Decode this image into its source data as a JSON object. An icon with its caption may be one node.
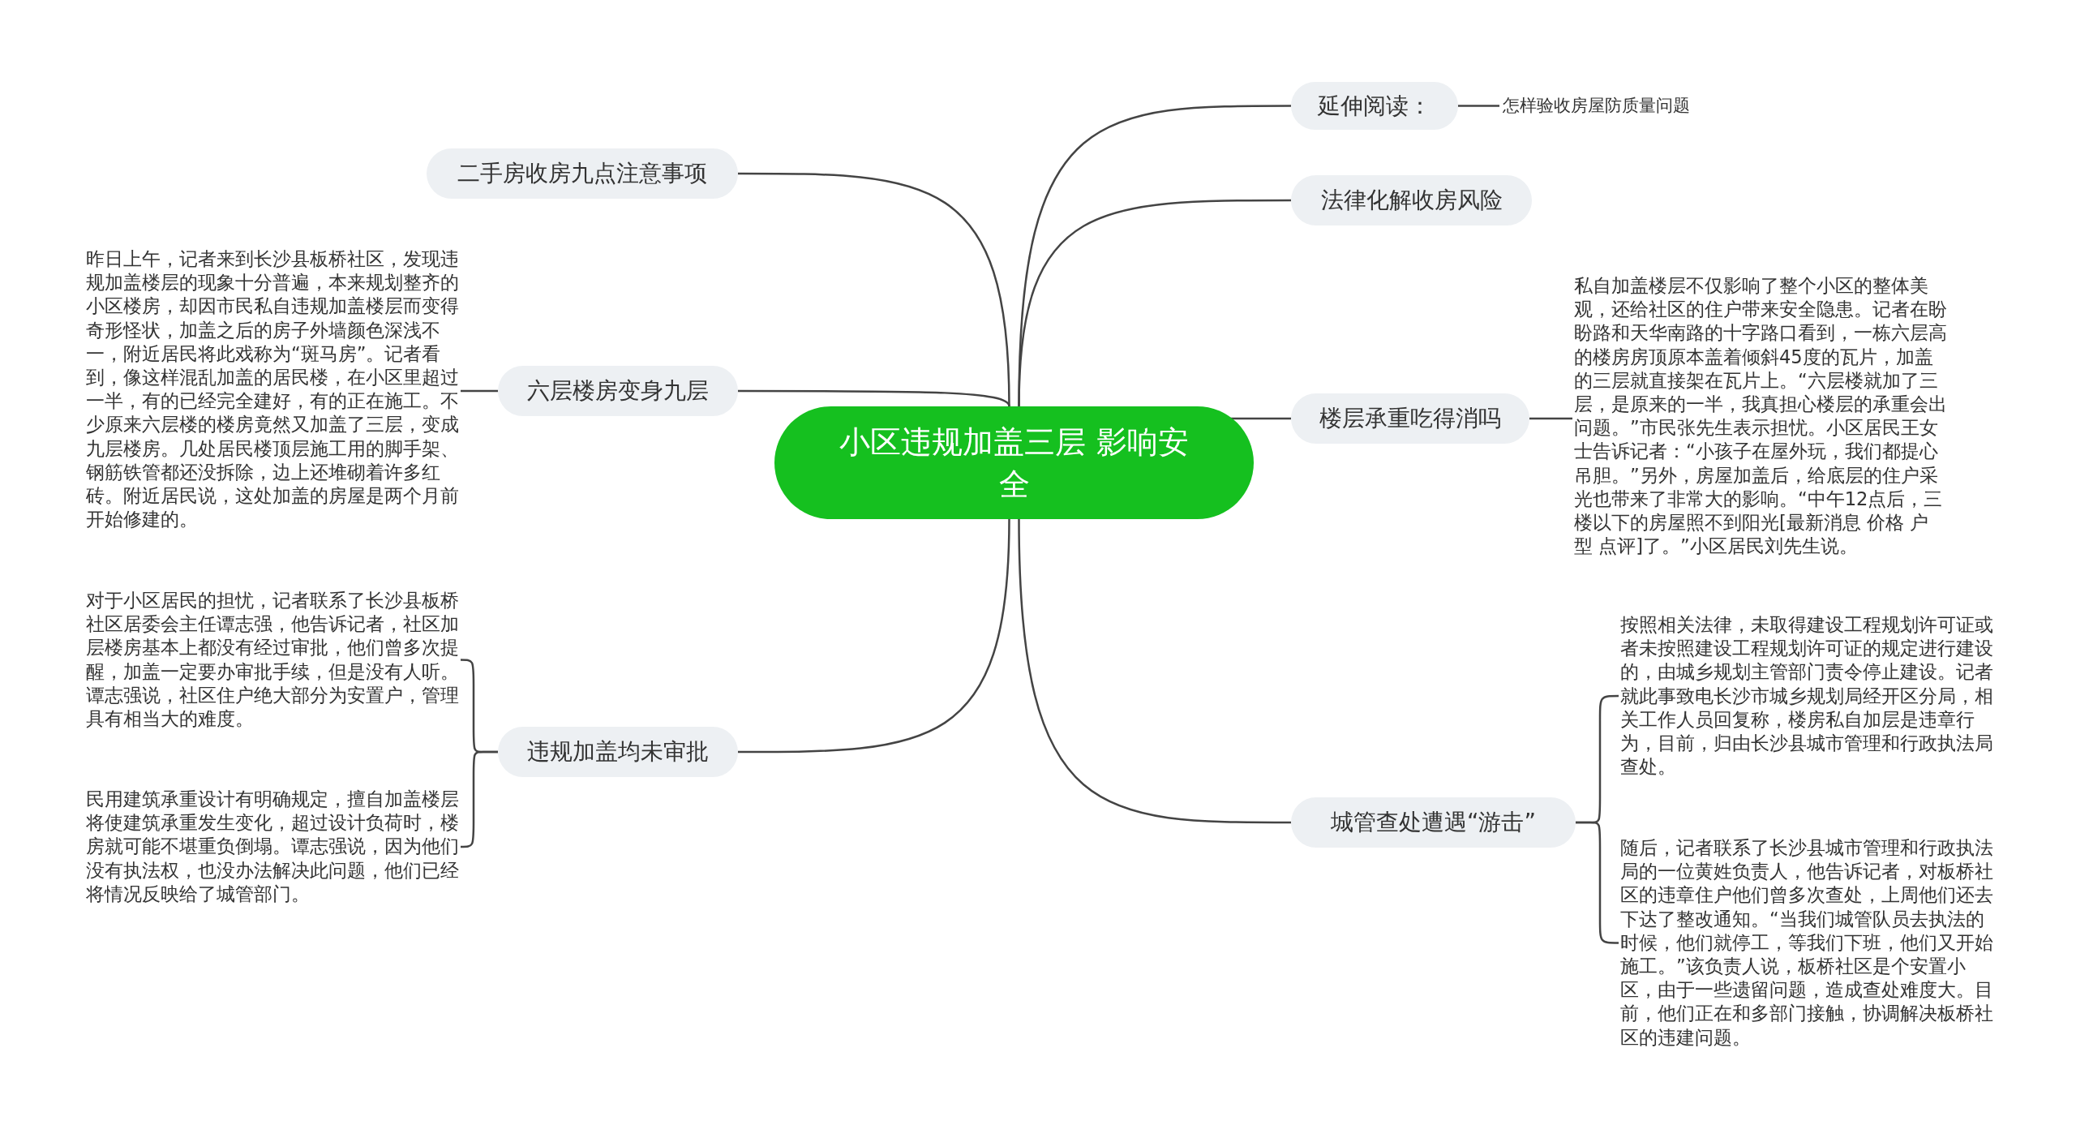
{
  "diagram": {
    "nodes": [
      {
        "text": [
          "小区违规加盖三层 影响安全"
        ]
      },
      {
        "text": [
          "延伸阅读："
        ]
      },
      {
        "text": [
          "怎样验收房屋防质量问题"
        ]
      },
      {
        "text": [
          "法律化解收房风险"
        ]
      },
      {
        "text": [
          "楼层承重吃得消吗"
        ]
      },
      {
        "text": [
          "私自加盖楼层不仅影响了整个小区的整体美观，还给社区的住户带来安全隐患。记者在盼盼路和天华南路的十字路口看到，一栋六层高的楼房房顶原本盖着倾斜45度的瓦片，加盖的三层就直接架在瓦片上。“六层楼就加了三层，是原来的一半，我真担心楼层的承重会出问题。”市民张先生表示担忧。小区居民王女士告诉记者：“小孩子在屋外玩，我们都提心吊胆。”另外，房屋加盖后，给底层的住户采光也带来了非常大的影响。“中午12点后，三楼以下的房屋照不到阳光[最新消息 价格 户型 点评]了。”小区居民刘先生说。"
        ]
      },
      {
        "text": [
          "城管查处遭遇“游击”"
        ]
      },
      {
        "text": [
          "按照相关法律，未取得建设工程规划许可证或者未按照建设工程规划许可证的规定进行建设的，由城乡规划主管部门责令停止建设。记者就此事致电长沙市城乡规划局经开区分局，相关工作人员回复称，楼房私自加层是违章行为，目前，归由长沙县城市管理和行政执法局查处。"
        ]
      },
      {
        "text": [
          "随后，记者联系了长沙县城市管理和行政执法局的一位黄姓负责人，他告诉记者，对板桥社区的违章住户他们曾多次查处，上周他们还去下达了整改通知。“当我们城管队员去执法的时候，他们就停工，等我们下班，他们又开始施工。”该负责人说，板桥社区是个安置小区，由于一些遗留问题，造成查处难度大。目前，他们正在和多部门接触，协调解决板桥社区的违建问题。"
        ]
      },
      {
        "text": [
          "二手房收房九点注意事项"
        ]
      },
      {
        "text": [
          "六层楼房变身九层"
        ]
      },
      {
        "text": [
          "昨日上午，记者来到长沙县板桥社区，发现违规加盖楼层的现象十分普遍，本来规划整齐的小区楼房，却因市民私自违规加盖楼层而变得奇形怪状，加盖之后的房子外墙颜色深浅不一，附近居民将此戏称为“斑马房”。记者看到，像这样混乱加盖的居民楼，在小区里超过一半，有的已经完全建好，有的正在施工。不少原来六层楼的楼房竟然又加盖了三层，变成九层楼房。几处居民楼顶层施工用的脚手架、钢筋铁管都还没拆除，边上还堆砌着许多红砖。附近居民说，这处加盖的房屋是两个月前开始修建的。"
        ]
      },
      {
        "text": [
          "违规加盖均未审批"
        ]
      },
      {
        "text": [
          "对于小区居民的担忧，记者联系了长沙县板桥社区居委会主任谭志强，他告诉记者，社区加层楼房基本上都没有经过审批，他们曾多次提醒，加盖一定要办审批手续，但是没有人听。谭志强说，社区住户绝大部分为安置户，管理具有相当大的难度。"
        ]
      },
      {
        "text": [
          "民用建筑承重设计有明确规定，擅自加盖楼层将使建筑承重发生变化，超过设计负荷时，楼房就可能不堪重负倒塌。谭志强说，因为他们没有执法权，也没办法解决此问题，他们已经将情况反映给了城管部门。"
        ]
      }
    ],
    "edges": [
      {
        "from": 0,
        "to": 1,
        "arrow": "none"
      },
      {
        "from": 1,
        "to": 2,
        "arrow": "none"
      },
      {
        "from": 0,
        "to": 3,
        "arrow": "none"
      },
      {
        "from": 0,
        "to": 4,
        "arrow": "none"
      },
      {
        "from": 4,
        "to": 5,
        "arrow": "none"
      },
      {
        "from": 0,
        "to": 6,
        "arrow": "none"
      },
      {
        "from": 6,
        "to": 7,
        "arrow": "none"
      },
      {
        "from": 6,
        "to": 8,
        "arrow": "none"
      },
      {
        "from": 0,
        "to": 9,
        "arrow": "none"
      },
      {
        "from": 0,
        "to": 10,
        "arrow": "none"
      },
      {
        "from": 10,
        "to": 11,
        "arrow": "none"
      },
      {
        "from": 0,
        "to": 12,
        "arrow": "none"
      },
      {
        "from": 12,
        "to": 13,
        "arrow": "none"
      },
      {
        "from": 12,
        "to": 14,
        "arrow": "none"
      }
    ]
  }
}
